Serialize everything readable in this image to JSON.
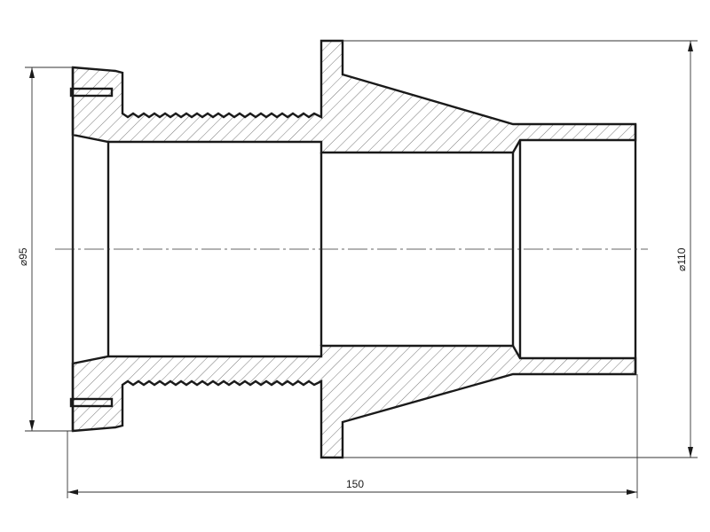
{
  "dimensions": {
    "diameter_left": "95",
    "diameter_right": "110",
    "overall_length": "150",
    "diameter_symbol": "⌀"
  }
}
